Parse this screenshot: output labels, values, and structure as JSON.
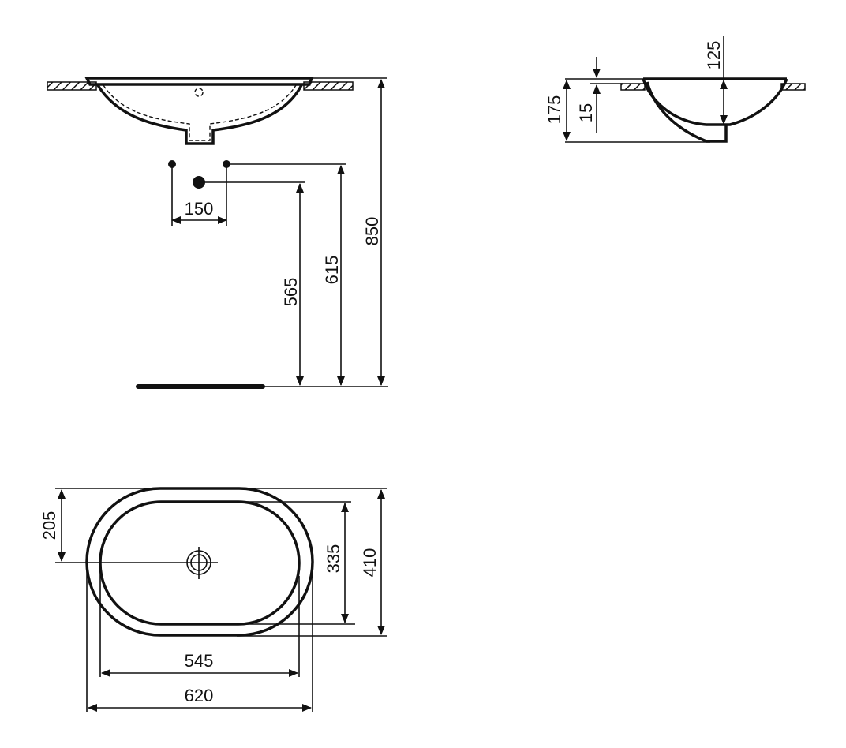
{
  "diagram": {
    "subject": "Undermount oval washbasin technical drawing",
    "units": "mm",
    "views": {
      "front_elevation": {
        "tap_hole_spacing": "150",
        "waste_height": "565",
        "supply_height": "615",
        "rim_height": "850"
      },
      "side_section": {
        "basin_depth": "125",
        "rim_thickness": "15",
        "overall_height": "175"
      },
      "plan_view": {
        "waste_center_offset": "205",
        "inner_width": "335",
        "outer_width": "410",
        "inner_length": "545",
        "outer_length": "620"
      }
    }
  }
}
